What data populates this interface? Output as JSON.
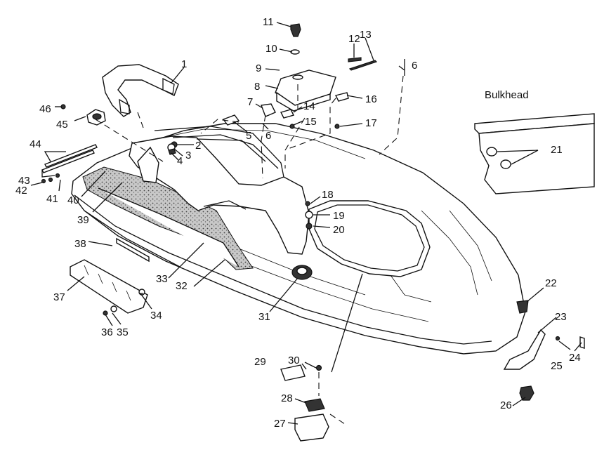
{
  "diagram": {
    "inset_title": "Bulkhead",
    "callouts": [
      "1",
      "2",
      "3",
      "4",
      "5",
      "6",
      "6",
      "7",
      "8",
      "9",
      "10",
      "11",
      "12",
      "13",
      "14",
      "15",
      "16",
      "17",
      "18",
      "19",
      "20",
      "21",
      "22",
      "23",
      "24",
      "25",
      "26",
      "27",
      "28",
      "29",
      "30",
      "31",
      "32",
      "33",
      "34",
      "35",
      "36",
      "37",
      "38",
      "39",
      "40",
      "41",
      "42",
      "43",
      "44",
      "45",
      "46"
    ]
  }
}
